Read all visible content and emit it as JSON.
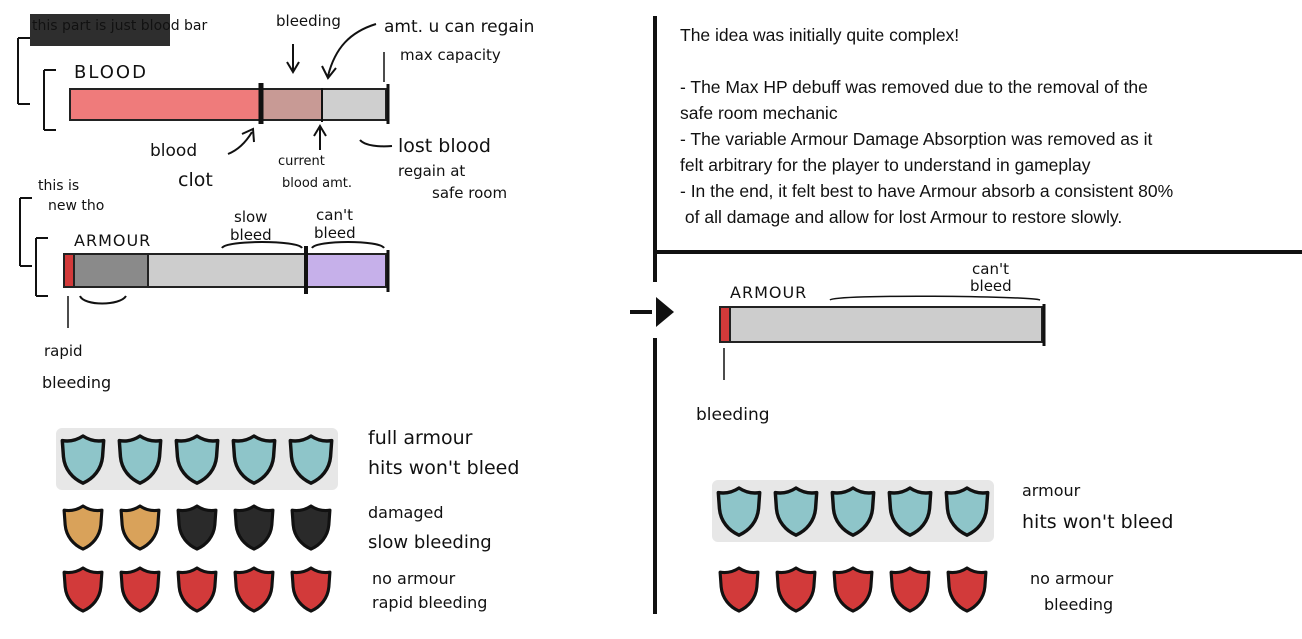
{
  "left_sketch": {
    "scribbled_note": "this part is just blood bar",
    "blood_title": "BLOOD",
    "label_bleeding": "bleeding",
    "label_regain_line1": "amt. u can regain",
    "label_regain_line2": "max capacity",
    "label_clot_line1": "blood",
    "label_clot_line2": "clot",
    "label_current_line1": "current",
    "label_current_line2": "blood amt.",
    "label_lost_line1": "lost blood",
    "label_lost_line2": "regain at",
    "label_lost_line3": "safe room",
    "new_note_line1": "this is",
    "new_note_line2": "new tho",
    "armour_title": "ARMOUR",
    "label_slow_line1": "slow",
    "label_slow_line2": "bleed",
    "label_cant_line1": "can't",
    "label_cant_line2": "bleed",
    "label_rapid_line1": "rapid",
    "label_rapid_line2": "bleeding",
    "shield_rows": [
      {
        "line1": "full armour",
        "line2": "hits won't bleed",
        "icons": [
          "cyan",
          "cyan",
          "cyan",
          "cyan",
          "cyan"
        ]
      },
      {
        "line1": "damaged",
        "line2": "slow bleeding",
        "icons": [
          "orange",
          "orange",
          "black",
          "black",
          "black"
        ]
      },
      {
        "line1": "no armour",
        "line2": "rapid bleeding",
        "icons": [
          "red",
          "red",
          "red",
          "red",
          "red"
        ]
      }
    ]
  },
  "right_notes": {
    "heading": "The idea was initially quite complex!",
    "bullet1_line1": "- The Max HP debuff was removed due to the removal of the",
    "bullet1_line2": "safe room mechanic",
    "bullet2_line1": "- The variable Armour Damage Absorption was removed as it",
    "bullet2_line2": "felt arbitrary for the player to understand in gameplay",
    "bullet3_line1": "- In the end, it felt best to have Armour absorb a consistent 80%",
    "bullet3_line2": " of all damage and allow for lost Armour to restore slowly."
  },
  "right_sketch": {
    "armour_title": "ARMOUR",
    "label_cant_line1": "can't",
    "label_cant_line2": "bleed",
    "label_bleeding": "bleeding",
    "shield_rows": [
      {
        "line1": "armour",
        "line2": "hits won't bleed",
        "icons": [
          "cyan",
          "cyan",
          "cyan",
          "cyan",
          "cyan"
        ]
      },
      {
        "line1": "no armour",
        "line2": "bleeding",
        "icons": [
          "red",
          "red",
          "red",
          "red",
          "red"
        ]
      }
    ]
  },
  "colors": {
    "cyan": "#8ec5c9",
    "orange": "#d9a25a",
    "black": "#2a2a2a",
    "red": "#d23a3a",
    "blood_fill": "#ef7b7b",
    "clot_fill": "#c89a95",
    "lost_fill": "#cfcfcf",
    "purple_fill": "#c6b0ea",
    "armour_grey": "#cdcdcd",
    "armour_dark": "#8a8a8a"
  }
}
